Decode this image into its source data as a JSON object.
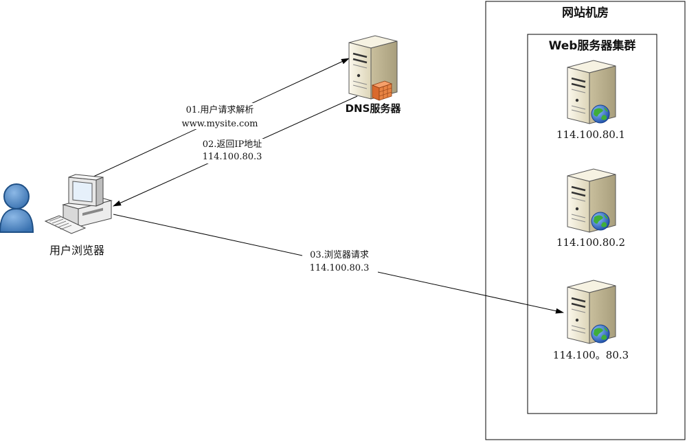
{
  "datacenter": {
    "title": "网站机房"
  },
  "cluster": {
    "title": "Web服务器集群"
  },
  "dns": {
    "label": "DNS服务器"
  },
  "client": {
    "label": "用户浏览器"
  },
  "steps": {
    "step1": {
      "title": "01.用户请求解析",
      "detail": "www.mysite.com"
    },
    "step2": {
      "title": "02.返回IP地址",
      "detail": "114.100.80.3"
    },
    "step3": {
      "title": "03.浏览器请求",
      "detail": "114.100.80.3"
    }
  },
  "servers": [
    {
      "ip": "114.100.80.1"
    },
    {
      "ip": "114.100.80.2"
    },
    {
      "ip": "114.100。80.3"
    }
  ],
  "icons": {
    "user": "user-icon",
    "computer": "computer-icon",
    "dns": "dns-server-icon",
    "server": "server-icon",
    "globe": "globe-icon",
    "firewall": "firewall-icon"
  },
  "colors": {
    "user": "#4a86c5",
    "server_body": "#efe9d4",
    "globe": "#2b6cc4",
    "firewall": "#e07a3a"
  }
}
